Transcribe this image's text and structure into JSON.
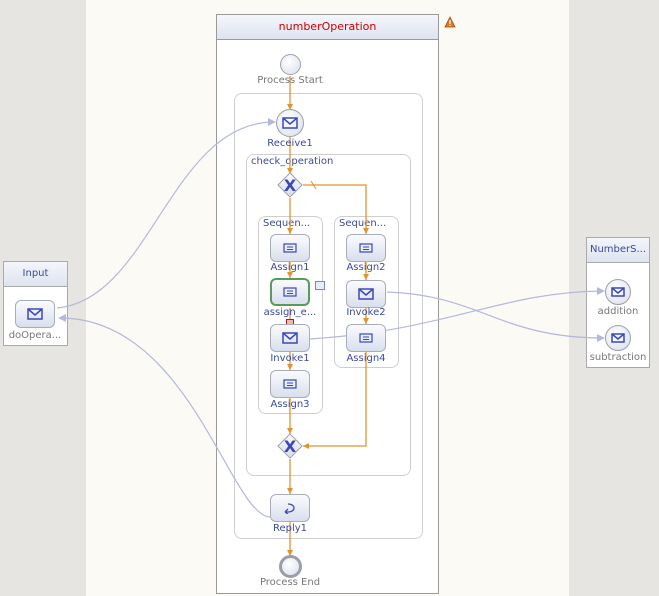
{
  "process": {
    "title": "numberOperation",
    "title_color": "#cc0000",
    "warning_icon": "warning-triangle-icon",
    "start_label": "Process Start",
    "end_label": "Process End"
  },
  "partners": {
    "left": {
      "title": "Input",
      "operation": "doOpera..."
    },
    "right": {
      "title": "NumberS...",
      "operations": [
        "addition",
        "subtraction"
      ]
    }
  },
  "activities": {
    "receive": "Receive1",
    "if_scope": "check_operation",
    "seq1": {
      "label": "Sequen...",
      "items": [
        "Assign1",
        "assign_e...",
        "Invoke1",
        "Assign3"
      ]
    },
    "seq2": {
      "label": "Sequen...",
      "items": [
        "Assign2",
        "Invoke2",
        "Assign4"
      ]
    },
    "reply": "Reply1"
  },
  "colors": {
    "flow": "#e0942e",
    "link": "#b4b8dc",
    "label": "#3a4a9a",
    "selected": "#5a9a5a"
  }
}
